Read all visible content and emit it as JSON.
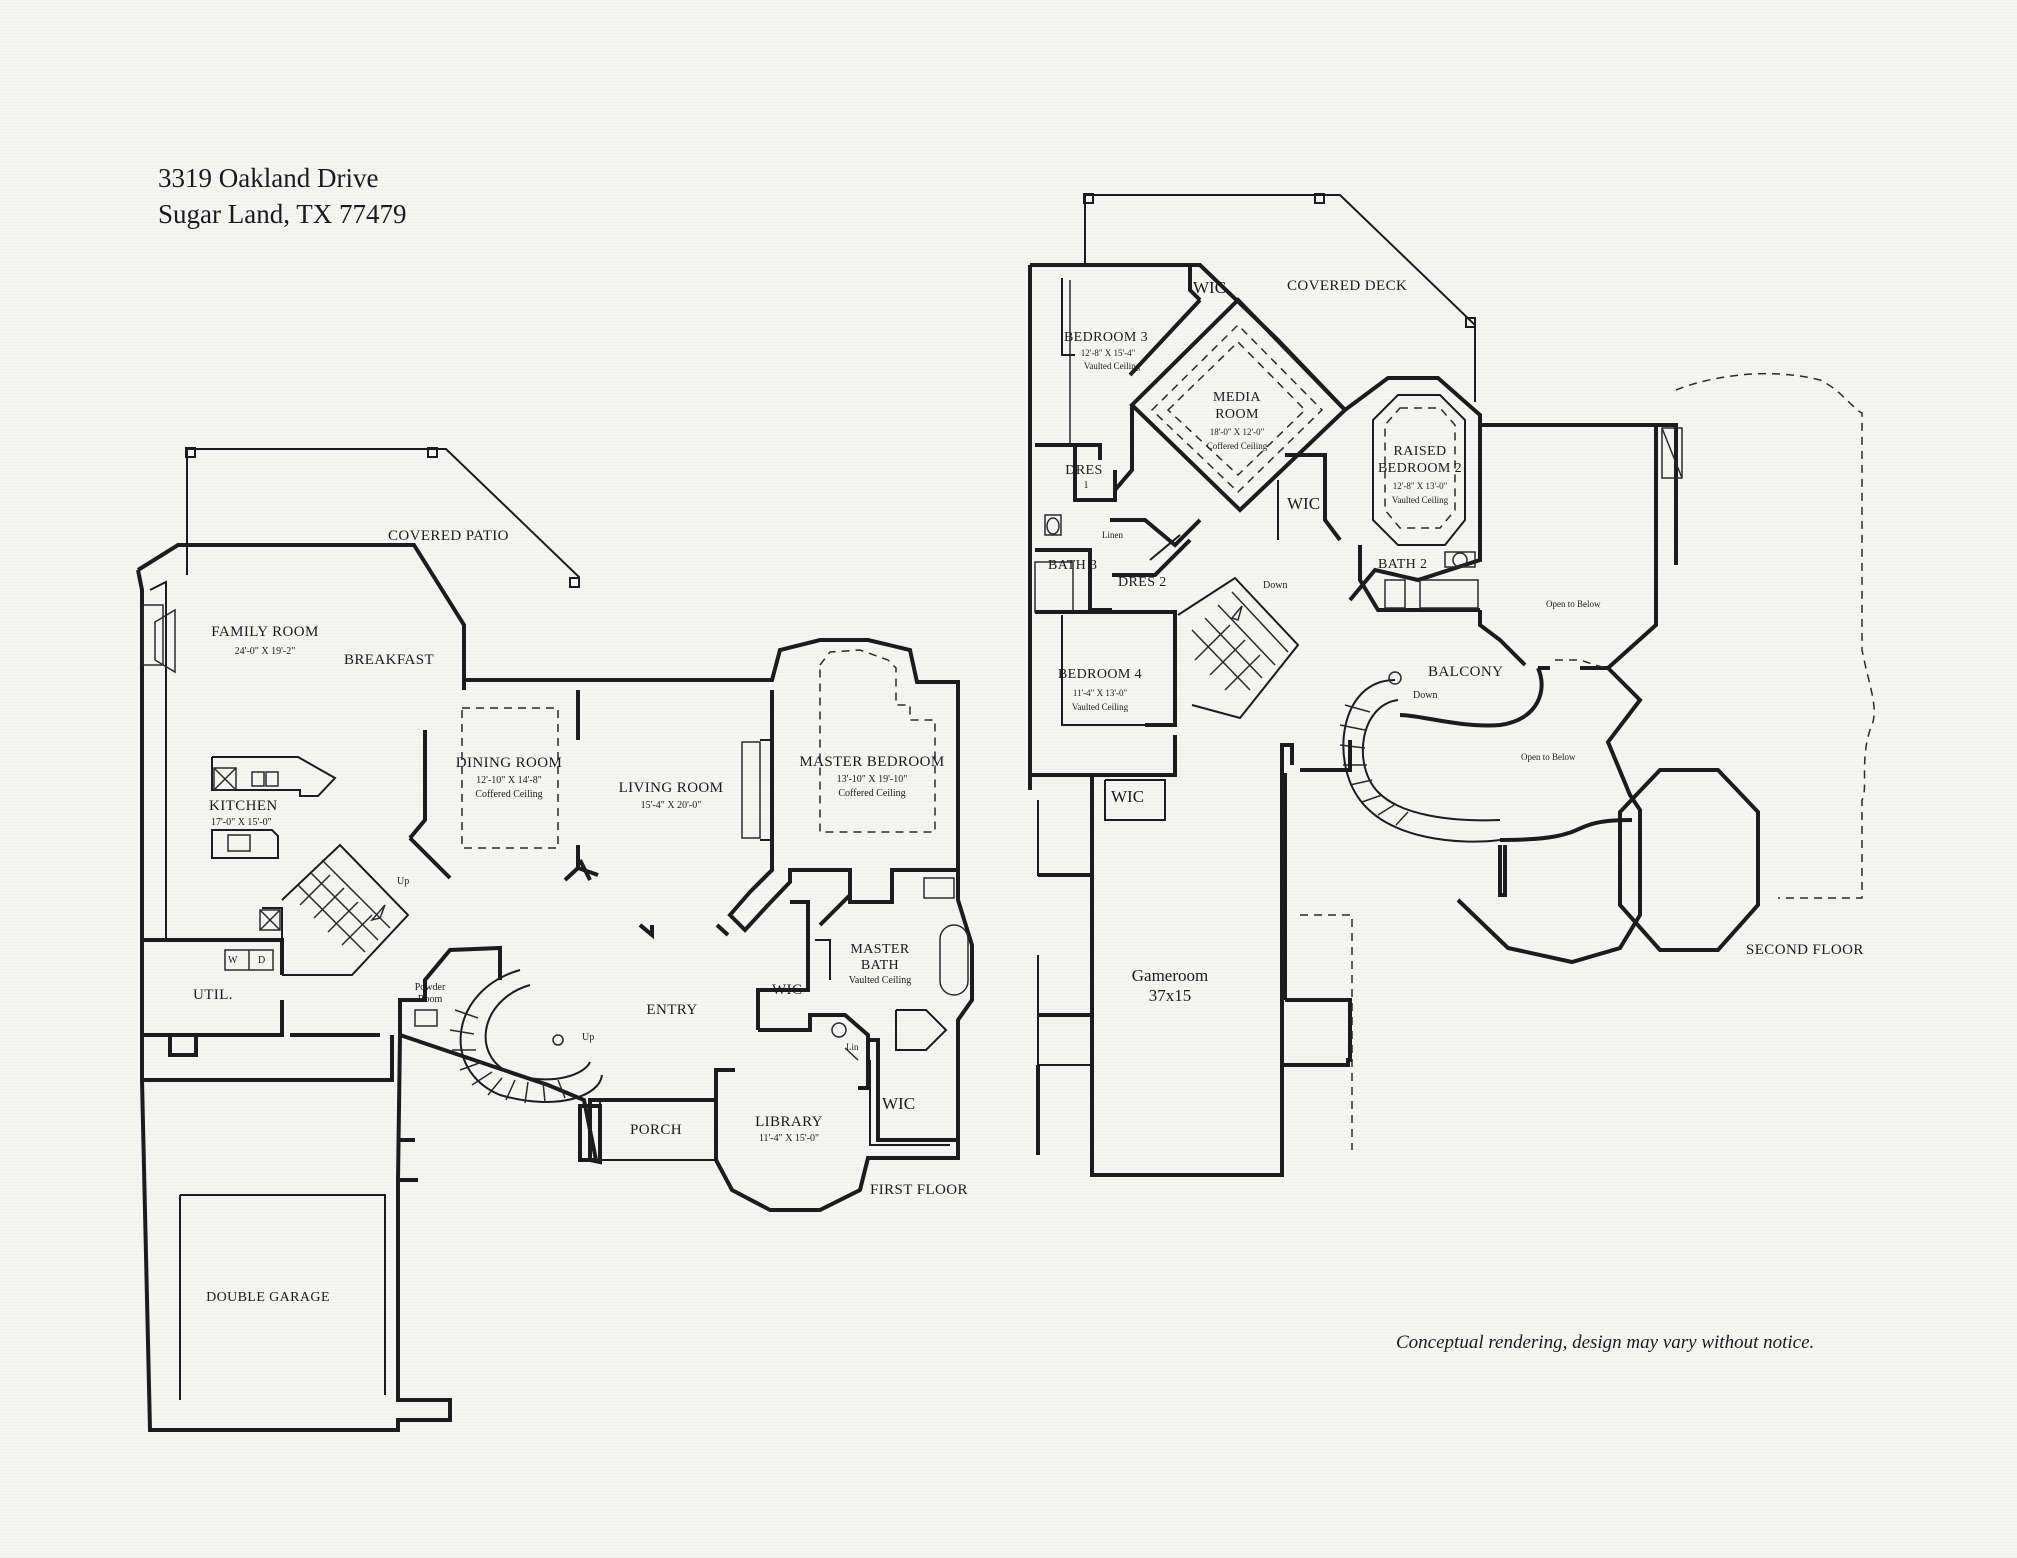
{
  "address": {
    "line1": "3319 Oakland Drive",
    "line2": "Sugar Land, TX 77479"
  },
  "first_floor": {
    "floor_label": "FIRST FLOOR",
    "covered_patio": "COVERED PATIO",
    "family_room": {
      "name": "FAMILY ROOM",
      "dims": "24'-0\" X 19'-2\""
    },
    "breakfast": "BREAKFAST",
    "kitchen": {
      "name": "KITCHEN",
      "dims": "17'-0\" X 15'-0\""
    },
    "dining_room": {
      "name": "DINING ROOM",
      "dims": "12'-10\" X 14'-8\"",
      "note": "Coffered Ceiling"
    },
    "living_room": {
      "name": "LIVING ROOM",
      "dims": "15'-4\" X 20'-0\""
    },
    "master_bedroom": {
      "name": "MASTER BEDROOM",
      "dims": "13'-10\" X 19'-10\"",
      "note": "Coffered Ceiling"
    },
    "master_bath": {
      "name_line1": "MASTER",
      "name_line2": "BATH",
      "note": "Vaulted Ceiling"
    },
    "wic_master": "WIC",
    "wic_library": "WIC",
    "lin": "Lin",
    "library": {
      "name": "LIBRARY",
      "dims": "11'-4\" X 15'-0\""
    },
    "entry": "ENTRY",
    "porch": "PORCH",
    "powder_room_line1": "Powder",
    "powder_room_line2": "Room",
    "util": "UTIL.",
    "washer": "W",
    "dryer": "D",
    "double_garage": "DOUBLE GARAGE",
    "stair_up_1": "Up",
    "stair_up_2": "Up"
  },
  "second_floor": {
    "floor_label": "SECOND FLOOR",
    "covered_deck": "COVERED DECK",
    "wic_top": "WIC",
    "bedroom3": {
      "name": "BEDROOM 3",
      "dims": "12'-8\" X 15'-4\"",
      "note": "Vaulted Ceiling"
    },
    "media_room": {
      "name_line1": "MEDIA",
      "name_line2": "ROOM",
      "dims": "18'-0\" X 12'-0\"",
      "note": "Coffered Ceiling"
    },
    "raised_bedroom2": {
      "name_line1": "RAISED",
      "name_line2": "BEDROOM 2",
      "dims": "12'-8\" X 13'-0\"",
      "note": "Vaulted Ceiling"
    },
    "dres1_line1": "DRES",
    "dres1_line2": "1",
    "linen": "Linen",
    "wic_mid": "WIC",
    "bath3": "BATH 3",
    "dres2": "DRES 2",
    "bath2": "BATH 2",
    "down_1": "Down",
    "down_2": "Down",
    "bedroom4": {
      "name": "BEDROOM 4",
      "dims": "11'-4\" X 13'-0\"",
      "note": "Vaulted Ceiling"
    },
    "wic_low": "WIC",
    "balcony": "BALCONY",
    "open_below_1": "Open to Below",
    "open_below_2": "Open to Below",
    "gameroom": {
      "name": "Gameroom",
      "dims": "37x15"
    }
  },
  "disclaimer": "Conceptual rendering, design may vary without notice."
}
